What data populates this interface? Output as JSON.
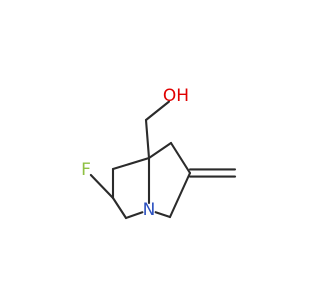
{
  "molecule": {
    "atoms": [
      {
        "id": "c-oh",
        "symbol": "C"
      },
      {
        "id": "o",
        "symbol": "O",
        "label": "OH",
        "color": "#e00000"
      },
      {
        "id": "c-bridge",
        "symbol": "C"
      },
      {
        "id": "c-left-top",
        "symbol": "C"
      },
      {
        "id": "c-cf",
        "symbol": "C"
      },
      {
        "id": "f",
        "symbol": "F",
        "label": "F",
        "color": "#8fc043"
      },
      {
        "id": "c-left-bottom",
        "symbol": "C"
      },
      {
        "id": "n",
        "symbol": "N",
        "label": "N",
        "color": "#2a4fc0"
      },
      {
        "id": "c-right-bottom",
        "symbol": "C"
      },
      {
        "id": "c-exo",
        "symbol": "C"
      },
      {
        "id": "c-methylene",
        "symbol": "C"
      },
      {
        "id": "c-right-top",
        "symbol": "C"
      }
    ],
    "bonds": [
      {
        "from": "o",
        "to": "c-oh",
        "order": 1
      },
      {
        "from": "c-oh",
        "to": "c-bridge",
        "order": 1
      },
      {
        "from": "c-bridge",
        "to": "c-left-top",
        "order": 1
      },
      {
        "from": "c-left-top",
        "to": "c-cf",
        "order": 1
      },
      {
        "from": "c-cf",
        "to": "f",
        "order": 1
      },
      {
        "from": "c-cf",
        "to": "c-left-bottom",
        "order": 1
      },
      {
        "from": "c-left-bottom",
        "to": "n",
        "order": 1
      },
      {
        "from": "n",
        "to": "c-bridge",
        "order": 1
      },
      {
        "from": "n",
        "to": "c-right-bottom",
        "order": 1
      },
      {
        "from": "c-right-bottom",
        "to": "c-exo",
        "order": 1
      },
      {
        "from": "c-exo",
        "to": "c-methylene",
        "order": 2
      },
      {
        "from": "c-exo",
        "to": "c-right-top",
        "order": 1
      },
      {
        "from": "c-right-top",
        "to": "c-bridge",
        "order": 1
      }
    ]
  }
}
